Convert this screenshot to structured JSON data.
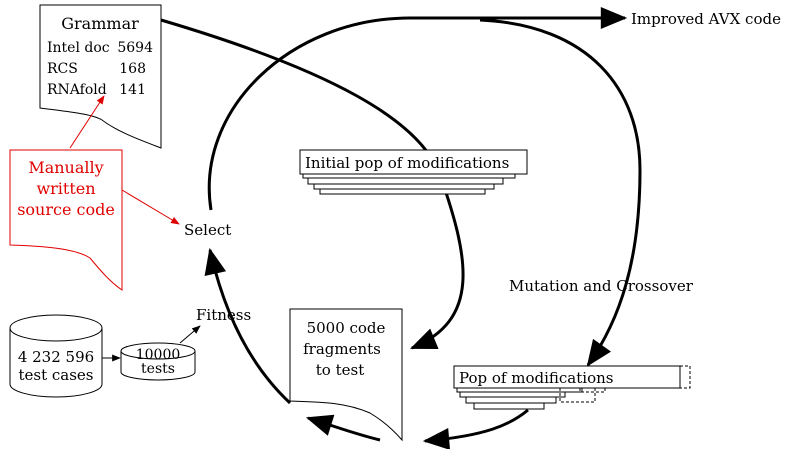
{
  "grammar": {
    "title": "Grammar",
    "rows": [
      {
        "name": "Intel doc",
        "value": "5694"
      },
      {
        "name": "RCS",
        "value": "168"
      },
      {
        "name": "RNAfold",
        "value": "141"
      }
    ]
  },
  "output_label": "Improved AVX code",
  "initial_pop_label": "Initial pop of modifications",
  "manual_note": [
    "Manually",
    "written",
    "source code"
  ],
  "select_label": "Select",
  "mutation_label": "Mutation and Crossover",
  "fitness_label": "Fitness",
  "test_db": [
    "4 232 596",
    "test cases"
  ],
  "sample_db": [
    "10000",
    "tests"
  ],
  "fragments": [
    "5000 code",
    "fragments",
    "to test"
  ],
  "pop_label": "Pop of modifications",
  "colors": {
    "annotation": "#e00000",
    "ink": "#000000"
  }
}
